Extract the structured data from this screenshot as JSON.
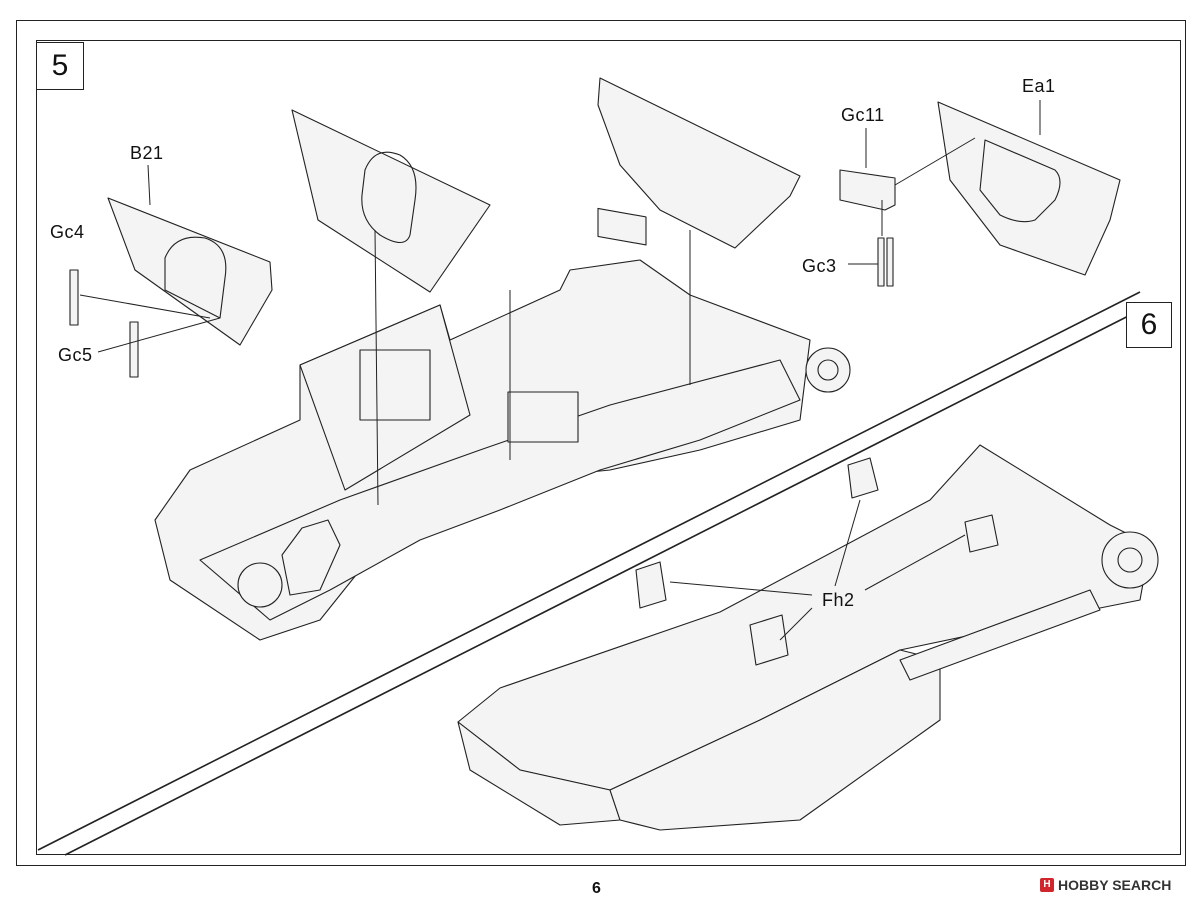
{
  "steps": {
    "step5": "5",
    "step6": "6"
  },
  "labels": {
    "b21": "B21",
    "gc4": "Gc4",
    "gc5": "Gc5",
    "gc11": "Gc11",
    "gc3": "Gc3",
    "ea1": "Ea1",
    "fh2": "Fh2"
  },
  "footer": {
    "page_number": "6"
  },
  "watermark": {
    "badge": "H",
    "text": "HOBBY SEARCH"
  },
  "colors": {
    "line": "#222222",
    "panel": "#f4f4f4",
    "watermark_badge": "#d0252a"
  }
}
